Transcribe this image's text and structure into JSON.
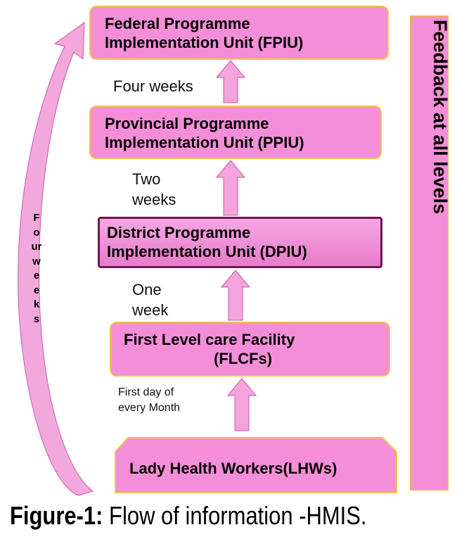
{
  "diagram": {
    "fpiu": [
      "Federal Programme",
      "Implementation Unit (FPIU)"
    ],
    "ppiu": [
      "Provincial Programme",
      "Implementation Unit (PPIU)"
    ],
    "dpiu": [
      "District Programme",
      "Implementation Unit (DPIU)"
    ],
    "flcf": [
      "First Level care Facility",
      "(FLCFs)"
    ],
    "lhw": "Lady Health Workers(LHWs)",
    "notes": {
      "four_weeks": "Four weeks",
      "two_weeks": [
        "Two",
        "weeks"
      ],
      "one_week": [
        "One",
        "week"
      ],
      "first_day": [
        "First day of",
        "every Month"
      ]
    },
    "side_label": "Feedback at all levels",
    "curved_label": "Fourweeks"
  },
  "caption": {
    "prefix": "Figure-1:",
    "text": " Flow of information -HMIS."
  },
  "colors": {
    "box_fill": "#f58ed8",
    "box_border": "#f6c14a",
    "dpiu_border": "#6b1858",
    "arrow_fill": "#f5a3dc"
  }
}
